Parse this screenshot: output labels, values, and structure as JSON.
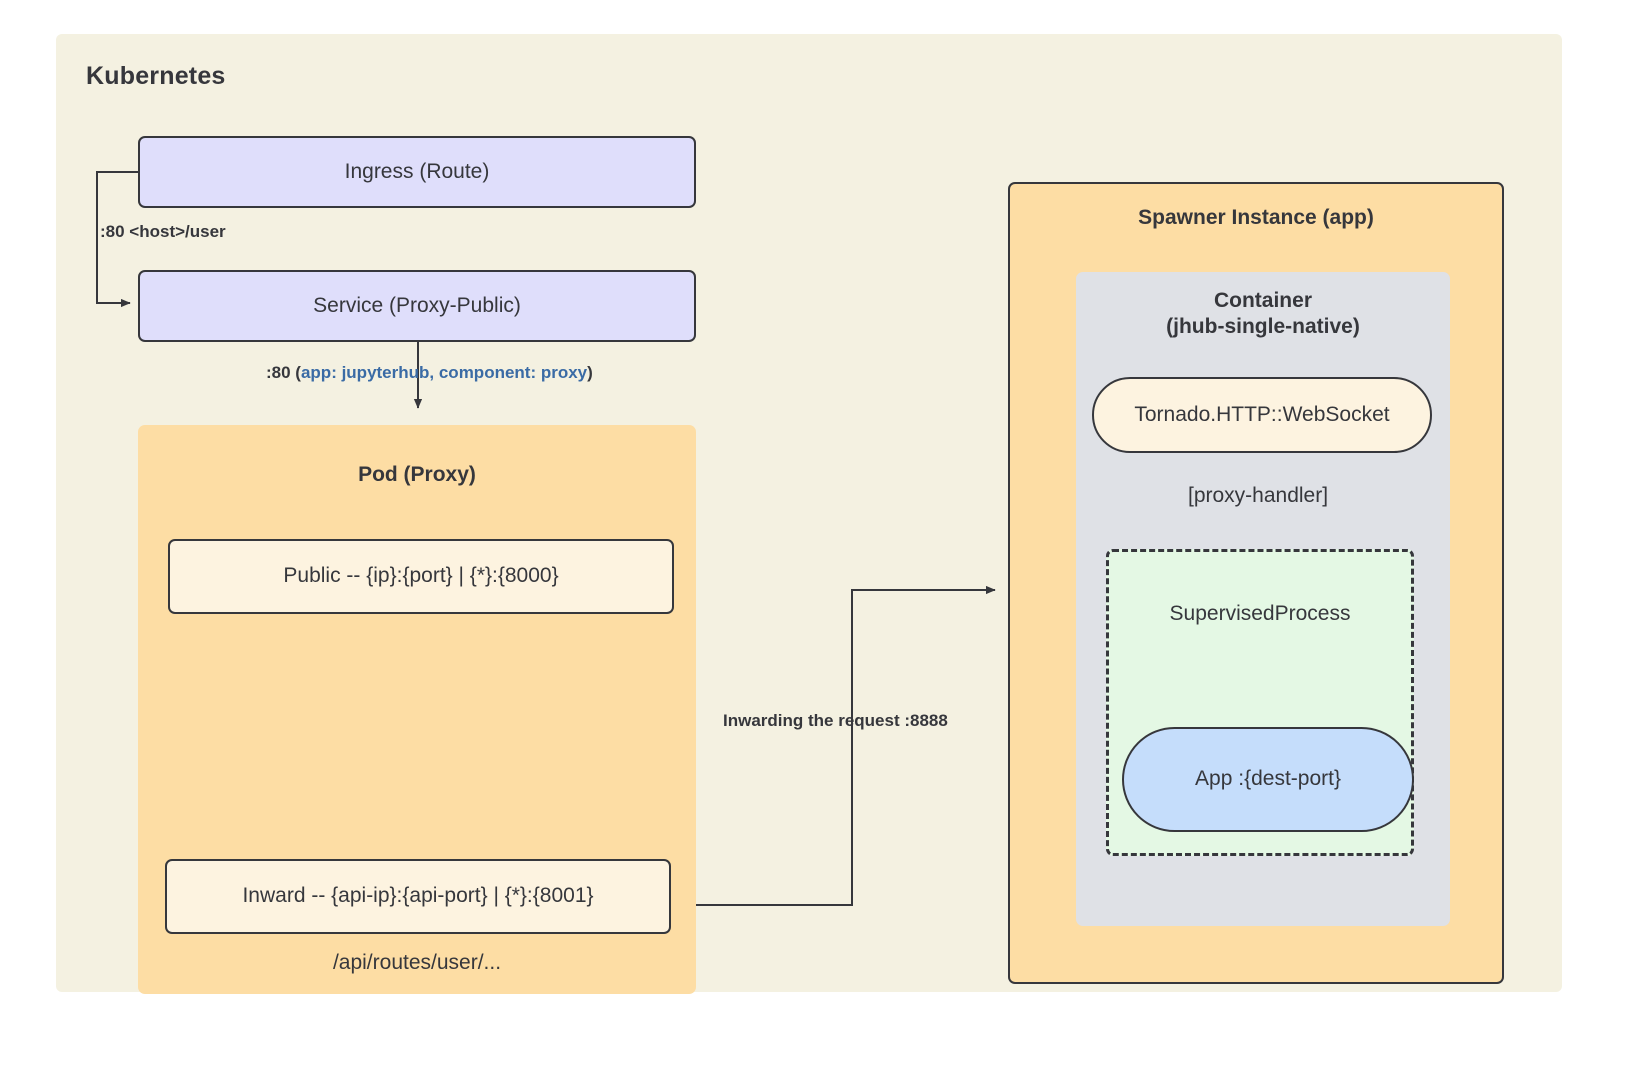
{
  "cluster": {
    "title": "Kubernetes"
  },
  "left_column": {
    "ingress": {
      "label": "Ingress (Route)"
    },
    "service": {
      "label": "Service (Proxy-Public)"
    },
    "ingress_to_service_label": ":80 <host>/user",
    "service_to_pod_label": {
      "port": ":80 (",
      "selector": "app: jupyterhub, component: proxy",
      "close": ")"
    },
    "pod": {
      "title": "Pod (Proxy)",
      "public": {
        "label": "Public -- {ip}:{port} | {*}:{8000}"
      },
      "inward": {
        "label": "Inward -- {api-ip}:{api-port} | {*}:{8001}"
      },
      "api_route_label": "/api/routes/user/..."
    }
  },
  "cross_edge": {
    "label": "Inwarding the request :8888"
  },
  "right_column": {
    "spawner": {
      "title": "Spawner Instance (app)",
      "container": {
        "title_line1": "Container",
        "title_line2": "(jhub-single-native)",
        "websocket": {
          "label": "Tornado.HTTP::WebSocket"
        },
        "proxy_handler_label": "[proxy-handler]",
        "supervised": {
          "title": "SupervisedProcess",
          "app": {
            "label": "App :{dest-port}"
          }
        }
      }
    }
  },
  "colors": {
    "canvas": "#FFFFFF",
    "cluster_bg": "#F4F1E1",
    "lavender": "#DFDEFB",
    "orange": "#FDDDA4",
    "cream": "#FDF3E0",
    "grey": "#DFE1E6",
    "green": "#E4F8E4",
    "blue": "#C5DDFB",
    "stroke": "#36373C",
    "selector_text": "#3A6BA5"
  }
}
